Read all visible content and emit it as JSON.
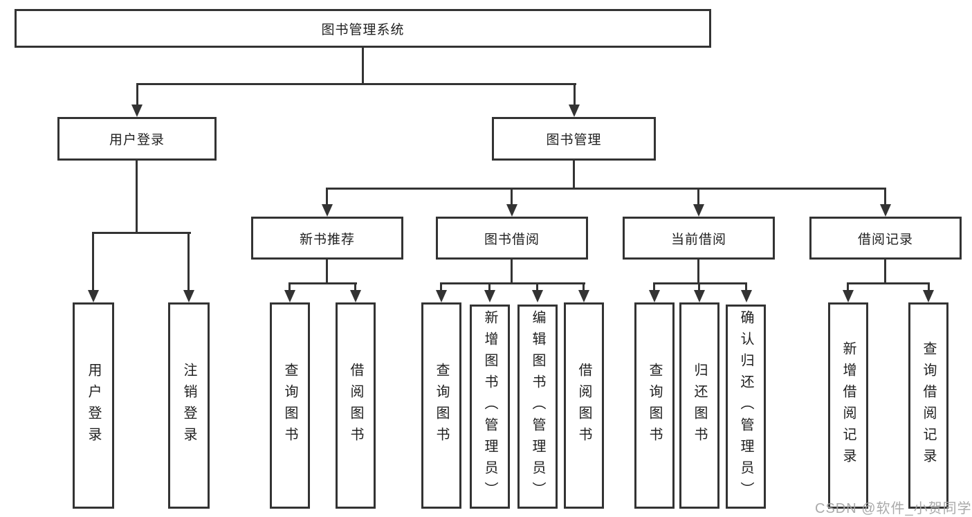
{
  "diagram": {
    "title": "图书管理系统",
    "level2": [
      {
        "label": "用户登录"
      },
      {
        "label": "图书管理"
      }
    ],
    "level3": [
      {
        "label": "新书推荐"
      },
      {
        "label": "图书借阅"
      },
      {
        "label": "当前借阅"
      },
      {
        "label": "借阅记录"
      }
    ],
    "leaves": {
      "user_login": [
        "用户登录",
        "注销登录"
      ],
      "new_book": [
        "查询图书",
        "借阅图书"
      ],
      "book_borrow": [
        "查询图书",
        "新增图书（管理员）",
        "编辑图书（管理员）",
        "借阅图书"
      ],
      "current_borrow": [
        "查询图书",
        "归还图书",
        "确认归还（管理员）"
      ],
      "borrow_record": [
        "新增借阅记录",
        "查询借阅记录"
      ]
    },
    "colors": {
      "line": "#333333",
      "text": "#1f1f1f",
      "background": "#ffffff",
      "watermark": "#a5a5a5"
    }
  },
  "watermark": {
    "text": "CSDN @软件_小贺同学"
  }
}
